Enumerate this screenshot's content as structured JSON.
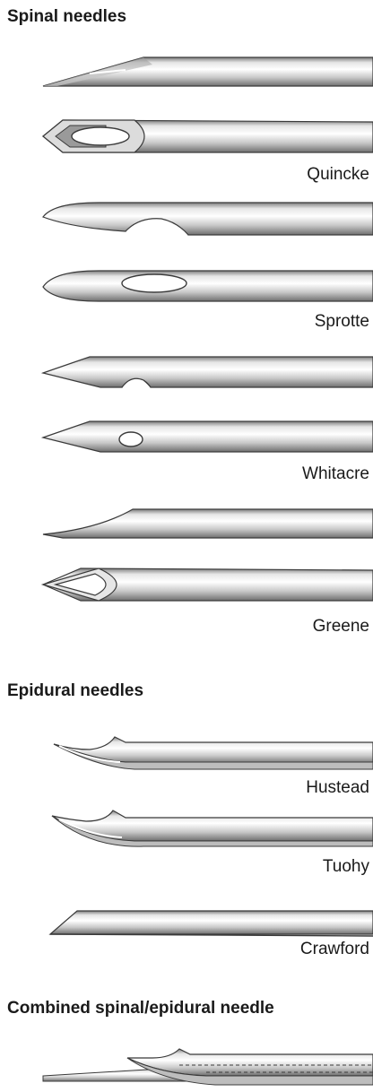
{
  "sections": {
    "spinal": "Spinal needles",
    "epidural": "Epidural needles",
    "combined": "Combined spinal/epidural needle"
  },
  "labels": {
    "quincke": "Quincke",
    "sprotte": "Sprotte",
    "whitacre": "Whitacre",
    "greene": "Greene",
    "hustead": "Hustead",
    "tuohy": "Tuohy",
    "crawford": "Crawford"
  },
  "colors": {
    "shaft_light": "#f2f2f2",
    "shaft_mid": "#cfcfcf",
    "shaft_dark": "#8a8a8a",
    "outline": "#3a3a3a"
  }
}
